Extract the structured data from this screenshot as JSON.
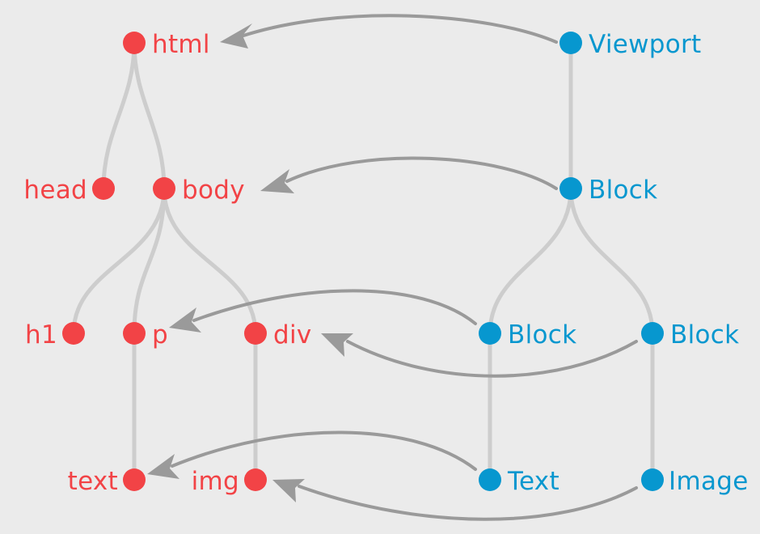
{
  "colors": {
    "background": "#ebebeb",
    "dom": "#f24346",
    "layout": "#0797cf",
    "tree_edge": "#cdcdcd",
    "mapping_arrow": "#9a9a9a"
  },
  "dom_tree": {
    "html": "html",
    "head": "head",
    "body": "body",
    "h1": "h1",
    "p": "p",
    "div": "div",
    "text": "text",
    "img": "img"
  },
  "layout_tree": {
    "viewport": "Viewport",
    "block_body": "Block",
    "block_p": "Block",
    "block_div": "Block",
    "text": "Text",
    "image": "Image"
  }
}
